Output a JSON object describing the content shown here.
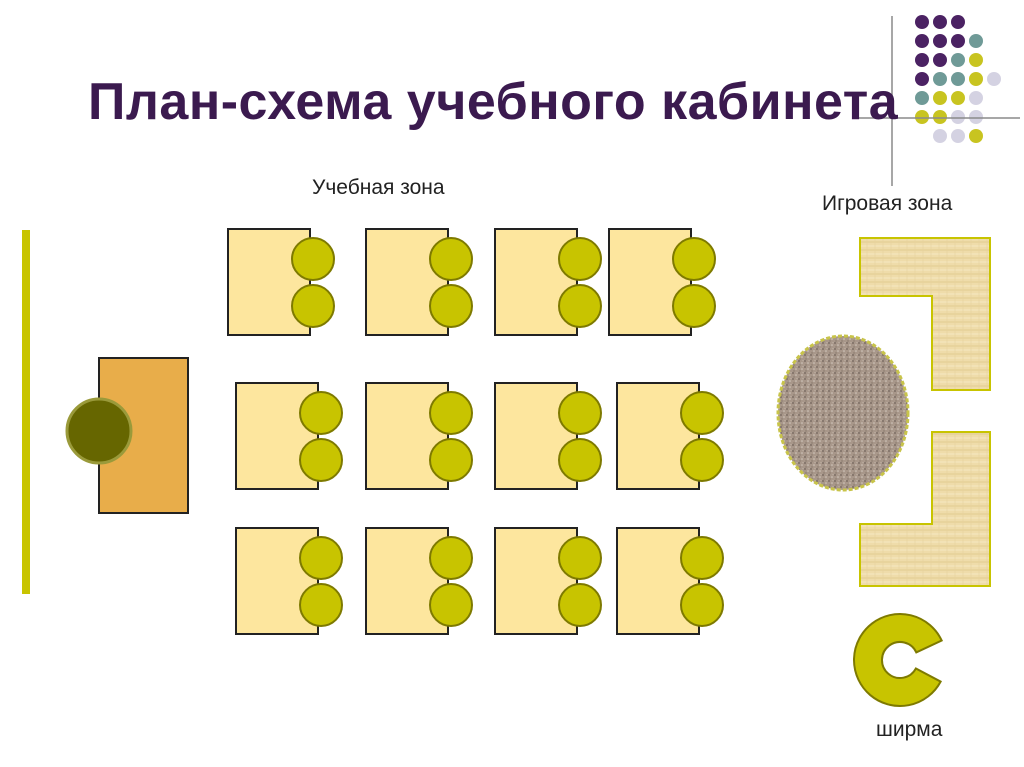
{
  "title": "План-схема учебного кабинета",
  "labels": {
    "study_zone": "Учебная зона",
    "play_zone": "Игровая зона",
    "screen": "ширма"
  },
  "colors": {
    "title": "#3b1a4f",
    "desk_fill": "#fde69e",
    "chair_fill": "#c8c400",
    "chair_stroke": "#7e7a00",
    "teacher_desk": "#e8ad4a",
    "teacher_chair": "#666600",
    "board": "#c8c400",
    "carpet": "#a8978a",
    "play_mat": "#efdcaa",
    "dot_purple": "#4b2263",
    "dot_teal": "#6f9a97",
    "dot_olive": "#c8c420",
    "dot_light": "#d4d2e2"
  }
}
